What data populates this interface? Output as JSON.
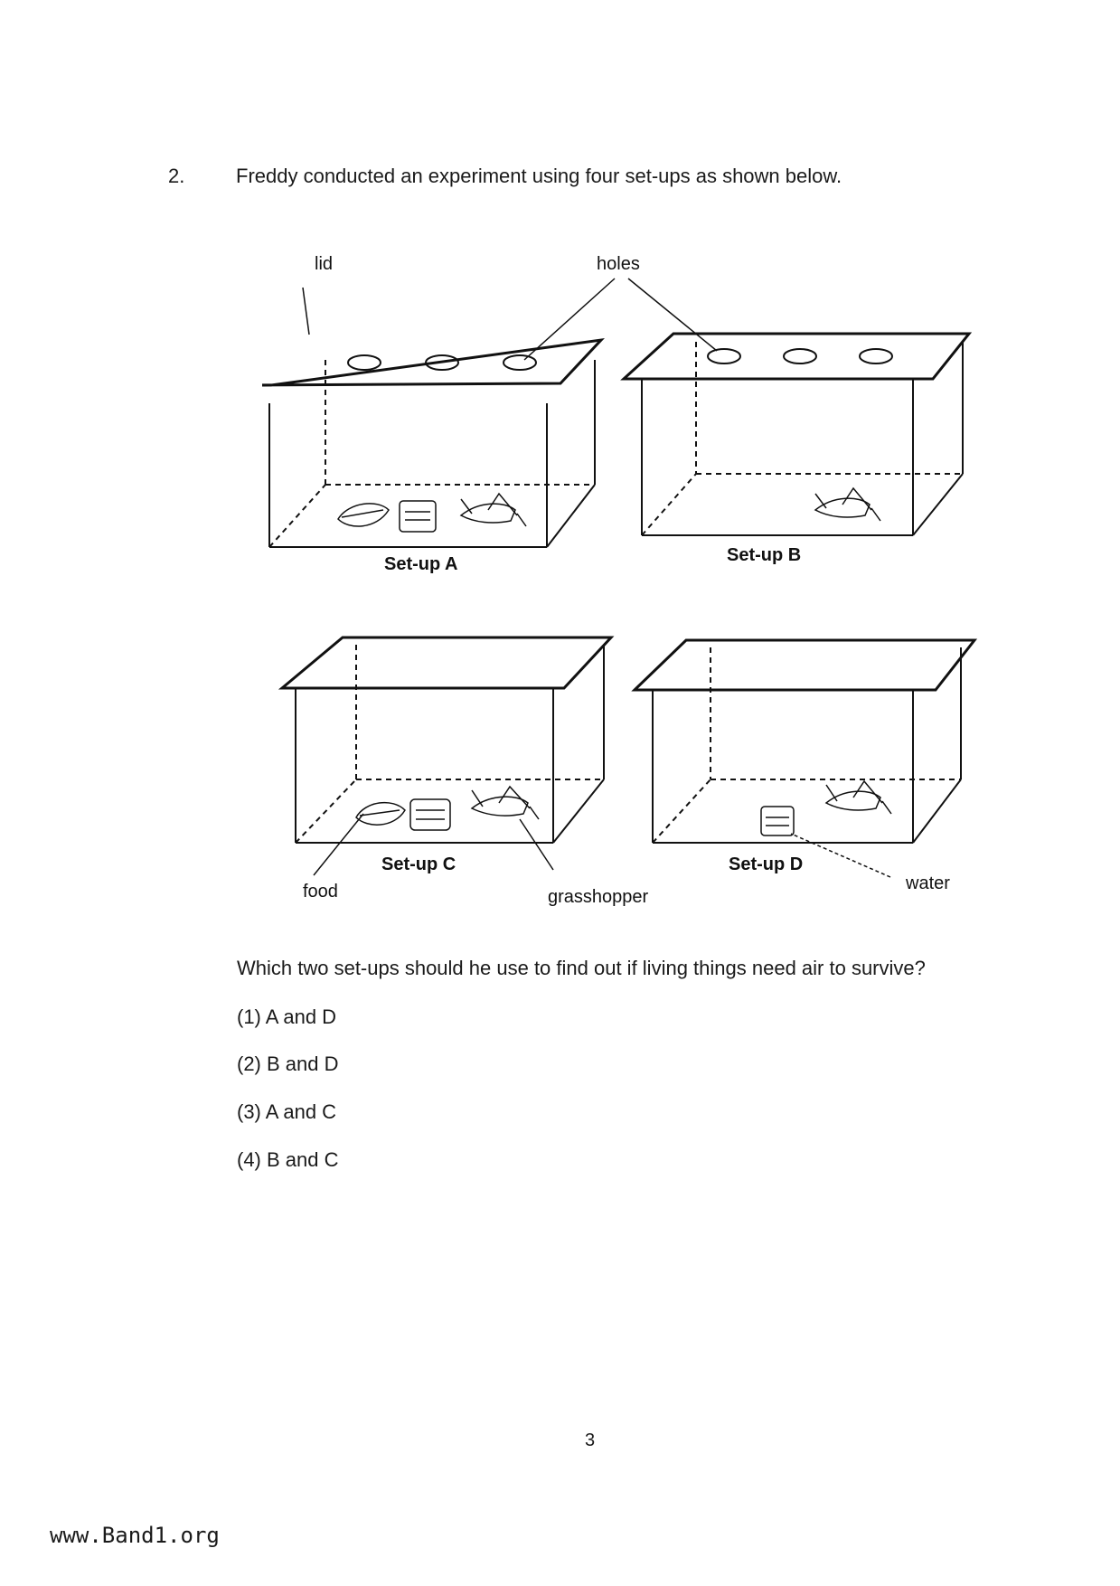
{
  "question": {
    "number": "2.",
    "text": "Freddy conducted an experiment using four set-ups as shown below.",
    "prompt": "Which two set-ups should he use to find out if living things need air to survive?",
    "options": [
      "(1) A and D",
      "(2) B and D",
      "(3) A and C",
      "(4) B and C"
    ]
  },
  "figure": {
    "labels": {
      "lid": "lid",
      "holes": "holes",
      "food": "food",
      "grasshopper": "grasshopper",
      "water": "water"
    },
    "setups": [
      "Set-up A",
      "Set-up B",
      "Set-up C",
      "Set-up D"
    ]
  },
  "page_number": "3",
  "footer": "www.Band1.org"
}
